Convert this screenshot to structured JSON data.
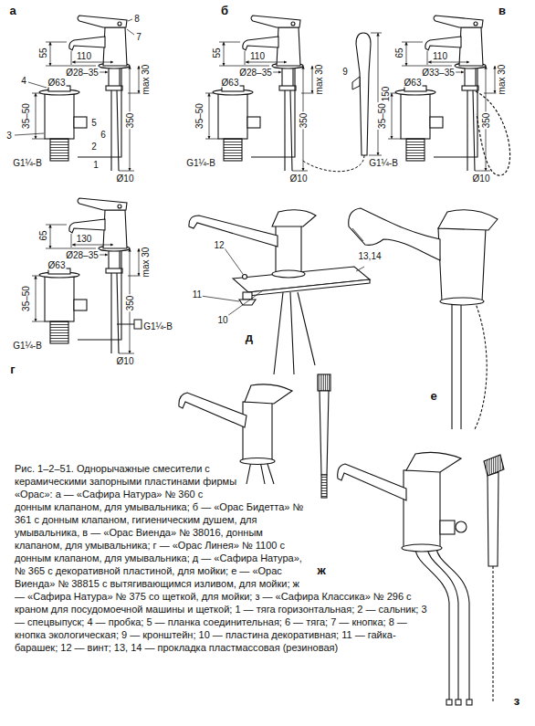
{
  "diagram": {
    "caption": "Рис. 1–2–51. Однорычажные смесители с керамическими запорными пластинами фирмы «Орас»: а — «Сафира Натура» № 360 с донным клапаном, для умывальника; б — «Орас Бидетта» № 361 с донным клапаном, гигиеническим душем, для умывальника, в — «Орас Виенда» № 38016, донным клапаном, для умывальника; г — «Орас Линея» № 1100 с донным клапаном, для умывальника; д — «Сафира Натура», № 365 с декоративной пластиной, для мойки; е — «Орас Виенда» № 38815 с вытягивающимся изливом, для мойки; ж — «Сафира Натура» № 375 со щеткой, для мойки; з — «Сафира Классика» № 296 с краном для посудомоечной машины и щеткой; 1 — тяга горизонтальная; 2 — сальник; 3 — спецвыпуск; 4 — пробка; 5 — планка соединительная; 6 — тяга; 7 — кнопка; 8 — кнопка экологическая; 9 — кронштейн; 10 — пластина декоративная; 11 — гайка-барашек; 12 — винт; 13, 14 — прокладка пластмассовая (резиновая)",
    "labels": [
      "а",
      "8",
      "7",
      "55",
      "110",
      "Ø28–35",
      "4",
      "Ø63",
      "35–50",
      "3",
      "5",
      "2",
      "1",
      "6",
      "max 30",
      "350",
      "G1¼-B",
      "Ø10",
      "б",
      "55",
      "110",
      "Ø28–35",
      "Ø63",
      "35–50",
      "max 30",
      "350",
      "G1¼-B",
      "Ø10",
      "9",
      "150",
      "в",
      "65",
      "110",
      "Ø33–35",
      "Ø63",
      "35–50",
      "max 30",
      "350",
      "G1¼-B",
      "Ø10",
      "г",
      "65",
      "130",
      "Ø28–35",
      "Ø63",
      "35–50",
      "G1¼-B",
      "max 30",
      "350",
      "G1¼-B",
      "Ø10",
      "12",
      "13,14",
      "11",
      "10",
      "д",
      "е",
      "ж",
      "з"
    ]
  }
}
